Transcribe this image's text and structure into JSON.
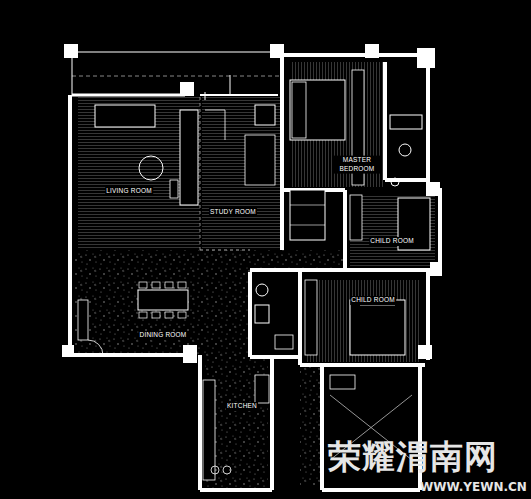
{
  "diagram": {
    "nodes": [
      {
        "text": [
          "LIVING ROOM"
        ]
      },
      {
        "text": [
          "STUDY ROOM"
        ]
      },
      {
        "text": [
          "MASTER BEDROOM"
        ]
      },
      {
        "text": [
          "CHILD ROOM"
        ]
      },
      {
        "text": [
          "CHILD ROOM"
        ]
      },
      {
        "text": [
          "DINING ROOM"
        ]
      },
      {
        "text": [
          "KITCHEN"
        ]
      }
    ],
    "labels": [
      "荣耀渭南网",
      "WWW.YEWN.CN"
    ]
  }
}
